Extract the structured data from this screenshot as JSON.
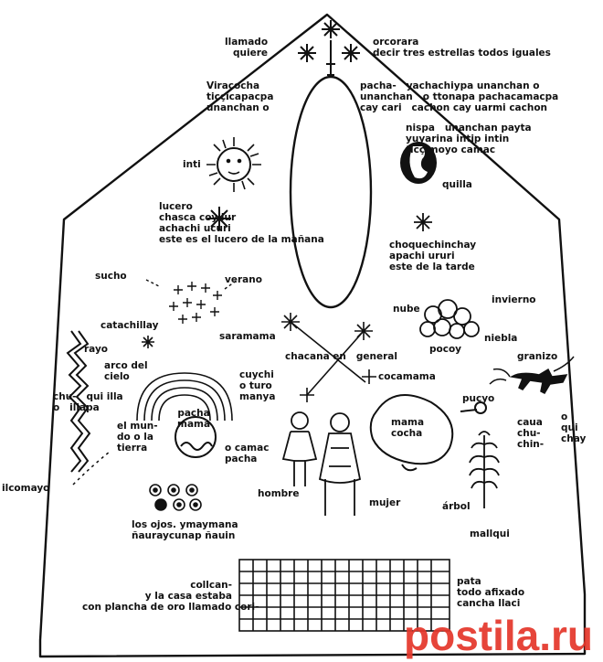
{
  "labels": {
    "llamado_quiere": "llamado\nquiere",
    "orcorara": "orcorara\ndecir tres estrellas todos iguales",
    "viracocha": "Viracocha\nticçicapacpa\nunanchan o",
    "pacha_text": "pacha-   yachachiypa unanchan o\nunanchan   o ttonapa pachacamacpa\ncay cari   cachon cay uarmi cachon",
    "nispa": "nispa   unanchan payta\nyuyarina intip intin\nticçimoyo camac",
    "inti": "inti",
    "quilla": "quilla",
    "lucero": "lucero\nchasca coyllur\nachachi ucuri\neste es el lucero de la mañana",
    "choquechinchay": "choquechinchay\napachi ururi\neste de la tarde",
    "sucho": "sucho",
    "verano": "verano",
    "invierno": "invierno",
    "nube": "nube",
    "pocoy": "pocoy",
    "niebla": "niebla",
    "granizo": "granizo",
    "catachillay": "catachillay",
    "saramama": "saramama",
    "chacana": "chacana en   general",
    "cocamama": "cocamama",
    "rayo": "rayo",
    "arco": "arco del\ncielo",
    "chuqui": "chu-   qui illa\no   illapa",
    "cuychi": "cuychi\no turo\nmanya",
    "pacha_mama": "pacha\nmama",
    "el_mundo": "el mun-\ndo o la\ntierra",
    "o_camac": "o camac\npacha",
    "pucyo": "pucyo",
    "mama_cocha": "mama\ncocha",
    "caua": "caua\nchu-\nchin-",
    "o_qui_chay": "o\nqui\nchay",
    "ilcomayo": "ilcomayo",
    "hombre": "hombre",
    "mujer": "mujer",
    "arbol": "árbol",
    "mallqui": "mallqui",
    "ojos": "los ojos. ymaymana\nñauraycunap ñauin",
    "collcan": "collcan-\ny la casa estaba\ncon plancha de oro llamado cori-",
    "pata": "pata\ntodo afixado\ncancha llaci"
  },
  "watermark": "postila.ru",
  "colors": {
    "ink": "#111111",
    "watermark": "#e5382c"
  }
}
